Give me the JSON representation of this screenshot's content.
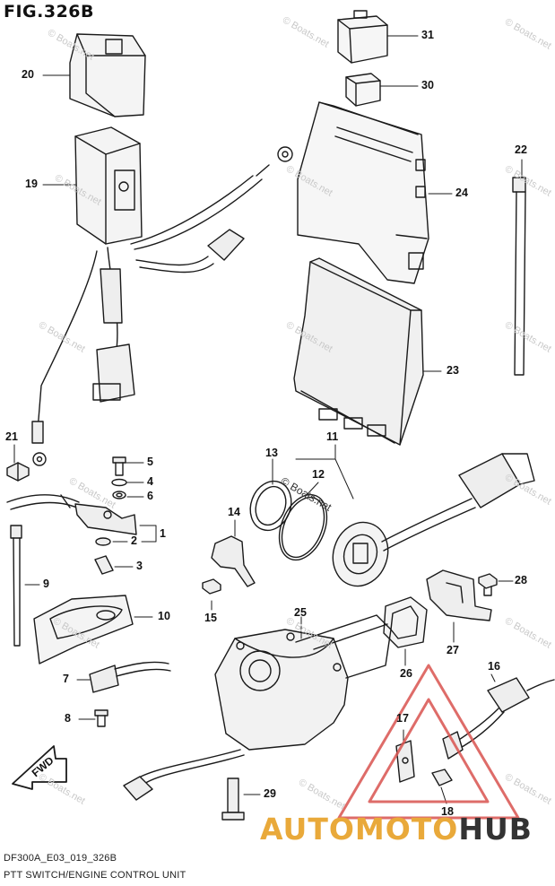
{
  "header": {
    "title": "FIG.326B"
  },
  "footer": {
    "code": "DF300A_E03_019_326B",
    "caption": "PTT SWITCH/ENGINE CONTROL UNIT"
  },
  "watermark": {
    "text": "© Boats.net",
    "color": "#c9c9c9"
  },
  "brand": {
    "part1": "AUTOMOTO",
    "part2": "HUB",
    "color1": "#e9a93a",
    "color2": "#333333",
    "triangle_color": "#d9534f"
  },
  "fwd_badge": "FWD",
  "callouts": {
    "c1": "1",
    "c2": "2",
    "c3": "3",
    "c4": "4",
    "c5": "5",
    "c6": "6",
    "c7": "7",
    "c8": "8",
    "c9": "9",
    "c10": "10",
    "c11": "11",
    "c12": "12",
    "c13": "13",
    "c14": "14",
    "c15": "15",
    "c16": "16",
    "c17": "17",
    "c18": "18",
    "c19": "19",
    "c20": "20",
    "c21": "21",
    "c22": "22",
    "c23": "23",
    "c24": "24",
    "c25": "25",
    "c26": "26",
    "c27": "27",
    "c28": "28",
    "c29": "29",
    "c30": "30",
    "c31": "31"
  }
}
